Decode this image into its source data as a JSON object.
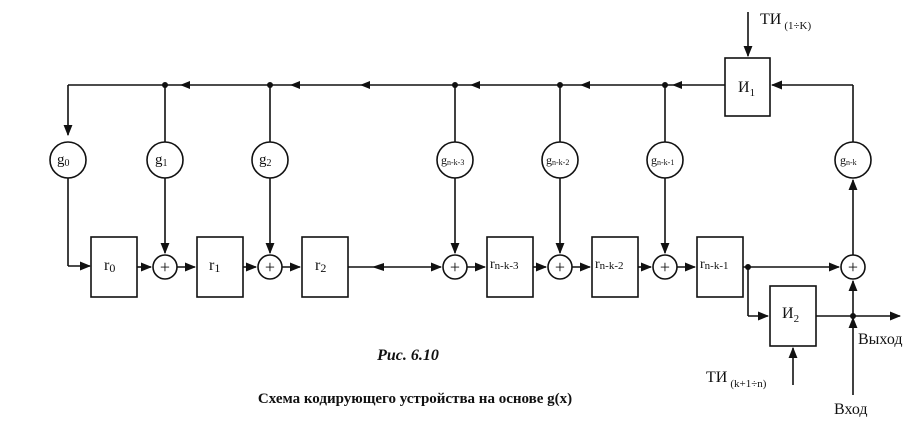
{
  "caption": {
    "title": "Рис. 6.10",
    "description": "Схема кодирующего устройства на основе g(x)"
  },
  "registers": [
    {
      "main": "r",
      "sub": "0"
    },
    {
      "main": "r",
      "sub": "1"
    },
    {
      "main": "r",
      "sub": "2"
    },
    {
      "main": "r",
      "sub": "n-k-3"
    },
    {
      "main": "r",
      "sub": "n-k-2"
    },
    {
      "main": "r",
      "sub": "n-k-1"
    }
  ],
  "coefficients": [
    {
      "main": "g",
      "sub": "0"
    },
    {
      "main": "g",
      "sub": "1"
    },
    {
      "main": "g",
      "sub": "2"
    },
    {
      "main": "g",
      "sub": "n-k-3"
    },
    {
      "main": "g",
      "sub": "n-k-2"
    },
    {
      "main": "g",
      "sub": "n-k-1"
    },
    {
      "main": "g",
      "sub": "n-k"
    }
  ],
  "adder_symbol": "+",
  "gates": {
    "and1": {
      "main": "И",
      "sub": "1"
    },
    "and2": {
      "main": "И",
      "sub": "2"
    }
  },
  "clocks": {
    "ti1": {
      "main": "ТИ",
      "sub": "(1÷K)"
    },
    "ti2": {
      "main": "ТИ",
      "sub": "(k+1÷n)"
    }
  },
  "io": {
    "output": "Выход",
    "input": "Вход"
  }
}
